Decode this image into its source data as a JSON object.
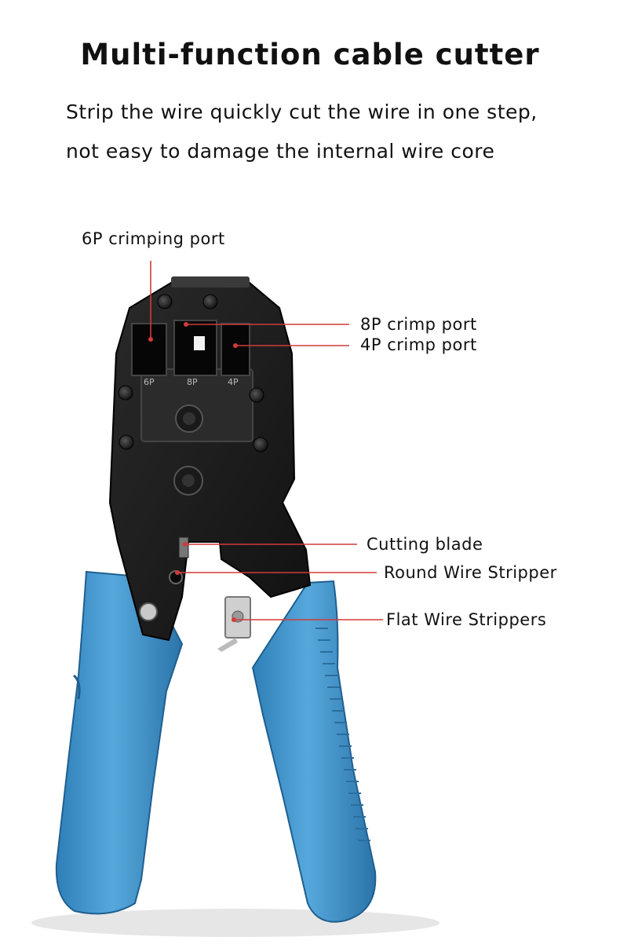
{
  "title": "Multi-function cable cutter",
  "subtitle": "Strip the wire quickly cut the wire in one step, not easy to damage the internal wire core",
  "die_markings": [
    "6P",
    "8P",
    "4P"
  ],
  "labels": {
    "port_6p": "6P crimping port",
    "port_8p": "8P crimp port",
    "port_4p": "4P crimp port",
    "cutting_blade": "Cutting blade",
    "round_stripper": "Round Wire Stripper",
    "flat_stripper": "Flat Wire Strippers"
  },
  "colors": {
    "handle": "#4a9ed4",
    "body": "#1c1c1c",
    "callout_line": "#d23a3a",
    "text": "#111111"
  }
}
